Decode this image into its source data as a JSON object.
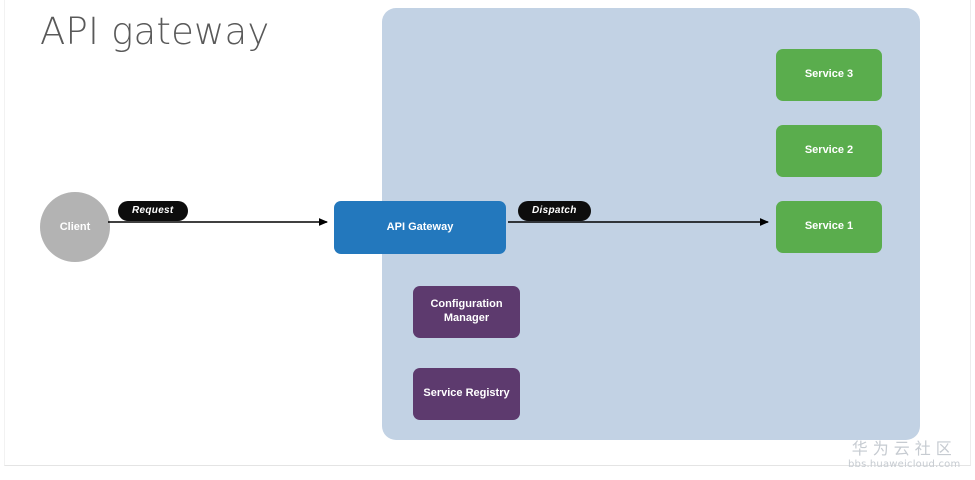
{
  "slide": {
    "title": "API gateway",
    "background_color": "#ffffff"
  },
  "panel": {
    "name": "api-gateway-boundary",
    "color": "#c2d2e4"
  },
  "nodes": {
    "client": {
      "label": "Client",
      "color": "#b3b3b3",
      "shape": "circle"
    },
    "api_gateway": {
      "label": "API Gateway",
      "color": "#2378bd",
      "shape": "rounded-rect"
    },
    "service_3": {
      "label": "Service 3",
      "color": "#5aad4d",
      "shape": "rounded-rect"
    },
    "service_2": {
      "label": "Service 2",
      "color": "#5aad4d",
      "shape": "rounded-rect"
    },
    "service_1": {
      "label": "Service 1",
      "color": "#5aad4d",
      "shape": "rounded-rect"
    },
    "config_manager": {
      "label": "Configuration\nManager",
      "line1": "Configuration",
      "line2": "Manager",
      "color": "#5d3a6e",
      "shape": "rounded-rect"
    },
    "service_registry": {
      "label": "Service Registry",
      "color": "#5d3a6e",
      "shape": "rounded-rect"
    }
  },
  "edges": {
    "request": {
      "label": "Request",
      "from": "client",
      "to": "api_gateway",
      "color": "#000000"
    },
    "dispatch": {
      "label": "Dispatch",
      "from": "api_gateway",
      "to": "service_1",
      "color": "#000000"
    }
  },
  "watermark": {
    "text_cn": "华为云社区",
    "url": "bbs.huaweicloud.com",
    "color": "#c6cbd1"
  }
}
